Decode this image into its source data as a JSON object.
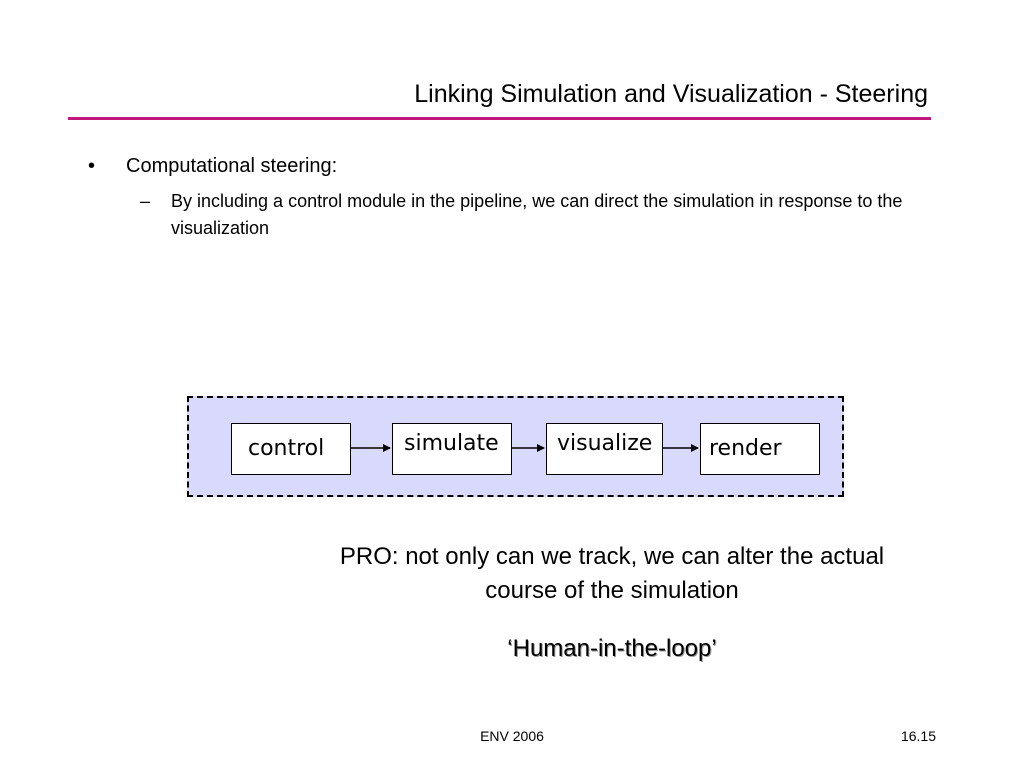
{
  "slide": {
    "title": "Linking Simulation and Visualization - Steering",
    "accent_color": "#c2187c",
    "bullets": [
      {
        "marker": "•",
        "text": "Computational steering:",
        "sub": [
          {
            "marker": "–",
            "text": "By including a control module in the pipeline, we can direct the simulation in response to the visualization"
          }
        ]
      }
    ]
  },
  "diagram": {
    "background_color": "#d9d9fd",
    "nodes": [
      {
        "id": "control",
        "label": "control"
      },
      {
        "id": "simulate",
        "label": "simulate"
      },
      {
        "id": "visualize",
        "label": "visualize"
      },
      {
        "id": "render",
        "label": "render"
      }
    ],
    "edges": [
      {
        "from": "control",
        "to": "simulate"
      },
      {
        "from": "simulate",
        "to": "visualize"
      },
      {
        "from": "visualize",
        "to": "render"
      }
    ]
  },
  "pro_text": "PRO: not only can we track, we can alter the actual course of the simulation",
  "loop_text": "‘Human-in-the-loop’",
  "footer": {
    "center": "ENV 2006",
    "page_number": "16.15"
  }
}
